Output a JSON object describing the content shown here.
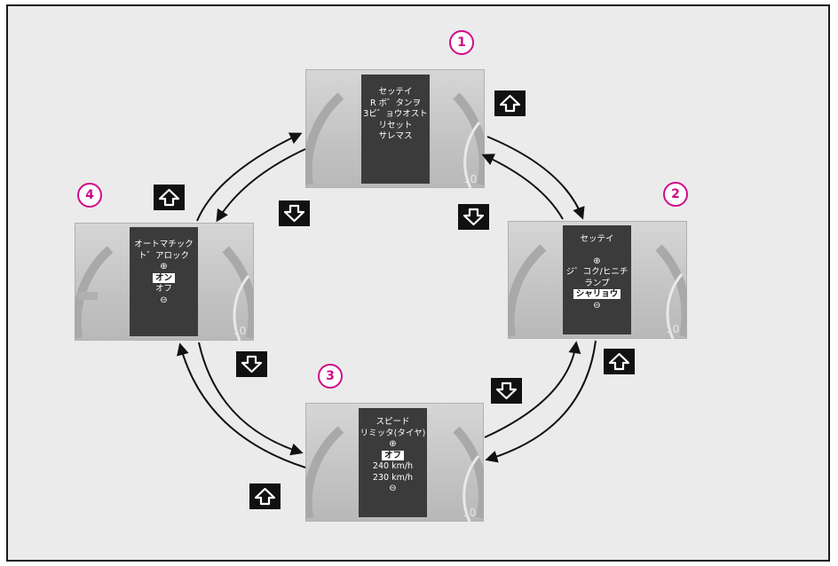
{
  "screens": [
    {
      "number": "1",
      "lines": [
        "セッテイ",
        "R ボ゛タンヲ",
        "3ビ゛ョウオスト",
        "リセット",
        "サレマス"
      ]
    },
    {
      "number": "2",
      "title": "セッテイ",
      "plus": "⊕",
      "lines": [
        "ジ゛コク/ヒニチ",
        "ランプ"
      ],
      "selected": "シャリョウ",
      "minus": "⊖"
    },
    {
      "number": "3",
      "lines_top": [
        "スピード",
        "リミッタ(タイヤ)"
      ],
      "plus": "⊕",
      "selected": "オフ",
      "lines_bottom": [
        "240 km/h",
        "230 km/h"
      ],
      "minus": "⊖"
    },
    {
      "number": "4",
      "lines_top": [
        "オートマチック",
        "ト゛アロック"
      ],
      "plus": "⊕",
      "selected": "オン",
      "lines_bottom": [
        "オフ"
      ],
      "minus": "⊖"
    }
  ],
  "buttons": {
    "up": "up-arrow-icon",
    "down": "down-arrow-icon"
  },
  "colors": {
    "badge": "#d10a8a",
    "screen": "#3b3b3b",
    "button": "#111111"
  }
}
